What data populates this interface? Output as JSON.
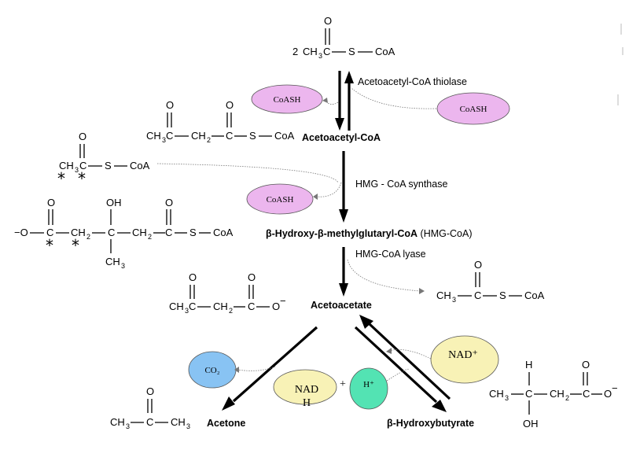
{
  "labels": {
    "thiolase": "Acetoacetyl-CoA thiolase",
    "acetoacetyl_coa": "Acetoacetyl-CoA",
    "hmg_synthase": "HMG - CoA synthase",
    "hmg_coa_name": "β-Hydroxy-β-methylglutaryl-CoA",
    "hmg_coa_abbrev": "(HMG-CoA)",
    "hmg_lyase": "HMG-CoA lyase",
    "acetoacetate": "Acetoacetate",
    "acetone": "Acetone",
    "hydroxybutyrate": "β-Hydroxybutyrate"
  },
  "bubbles": {
    "coash_left_1": "CoASH",
    "coash_right": "CoASH",
    "coash_left_2": "CoASH",
    "co2": "CO₂",
    "nadh_line1": "NAD",
    "nadh_line2": "H",
    "plus": "+",
    "h_plus": "H⁺",
    "nad_plus": "NAD⁺"
  },
  "formulas": {
    "coefficient": "2",
    "ch3": "CH",
    "three": "3",
    "ch2": "CH",
    "two": "2",
    "c": "C",
    "s": "S",
    "coa": "CoA",
    "o": "O",
    "oh": "OH",
    "h": "H",
    "o_minus": "O",
    "minus": "−",
    "minus_o": "−O"
  },
  "colors": {
    "coash_fill": "#ecb6ee",
    "co2_fill": "#88c3f3",
    "nadh_fill": "#f8f2b6",
    "h_plus_fill": "#53e3b3",
    "nad_plus_fill": "#f8f2b6"
  }
}
